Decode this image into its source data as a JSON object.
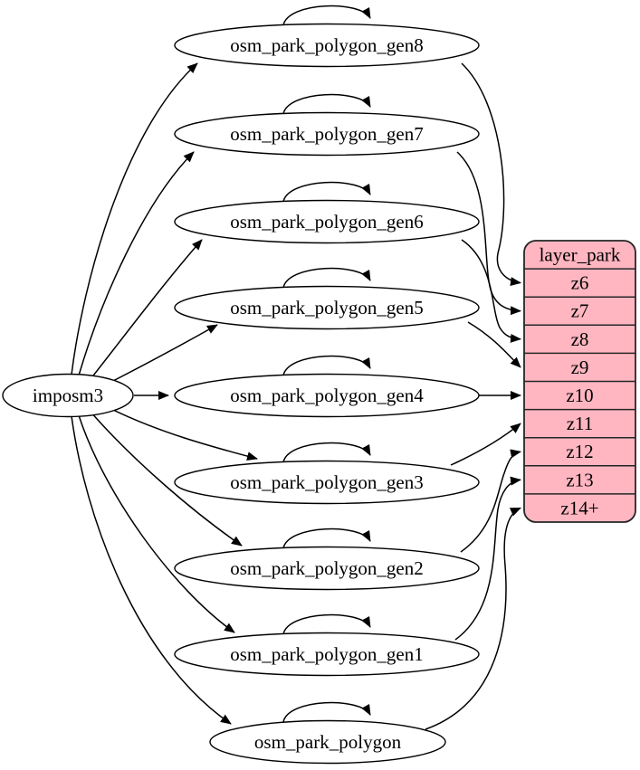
{
  "nodes": {
    "source": {
      "label": "imposm3"
    },
    "tables": [
      {
        "label": "osm_park_polygon_gen8",
        "self_loop": true,
        "feeds_row": "z6"
      },
      {
        "label": "osm_park_polygon_gen7",
        "self_loop": true,
        "feeds_row": "z7"
      },
      {
        "label": "osm_park_polygon_gen6",
        "self_loop": true,
        "feeds_row": "z8"
      },
      {
        "label": "osm_park_polygon_gen5",
        "self_loop": true,
        "feeds_row": "z9"
      },
      {
        "label": "osm_park_polygon_gen4",
        "self_loop": true,
        "feeds_row": "z10"
      },
      {
        "label": "osm_park_polygon_gen3",
        "self_loop": true,
        "feeds_row": "z11"
      },
      {
        "label": "osm_park_polygon_gen2",
        "self_loop": true,
        "feeds_row": "z12"
      },
      {
        "label": "osm_park_polygon_gen1",
        "self_loop": true,
        "feeds_row": "z13"
      },
      {
        "label": "osm_park_polygon",
        "self_loop": true,
        "feeds_row": "z14+"
      }
    ]
  },
  "layer_table": {
    "header": "layer_park",
    "rows": [
      "z6",
      "z7",
      "z8",
      "z9",
      "z10",
      "z11",
      "z12",
      "z13",
      "z14+"
    ]
  },
  "edges": [
    {
      "from": "imposm3",
      "to": "osm_park_polygon_gen8"
    },
    {
      "from": "imposm3",
      "to": "osm_park_polygon_gen7"
    },
    {
      "from": "imposm3",
      "to": "osm_park_polygon_gen6"
    },
    {
      "from": "imposm3",
      "to": "osm_park_polygon_gen5"
    },
    {
      "from": "imposm3",
      "to": "osm_park_polygon_gen4"
    },
    {
      "from": "imposm3",
      "to": "osm_park_polygon_gen3"
    },
    {
      "from": "imposm3",
      "to": "osm_park_polygon_gen2"
    },
    {
      "from": "imposm3",
      "to": "osm_park_polygon_gen1"
    },
    {
      "from": "imposm3",
      "to": "osm_park_polygon"
    },
    {
      "from": "osm_park_polygon_gen8",
      "to": "osm_park_polygon_gen8"
    },
    {
      "from": "osm_park_polygon_gen7",
      "to": "osm_park_polygon_gen7"
    },
    {
      "from": "osm_park_polygon_gen6",
      "to": "osm_park_polygon_gen6"
    },
    {
      "from": "osm_park_polygon_gen5",
      "to": "osm_park_polygon_gen5"
    },
    {
      "from": "osm_park_polygon_gen4",
      "to": "osm_park_polygon_gen4"
    },
    {
      "from": "osm_park_polygon_gen3",
      "to": "osm_park_polygon_gen3"
    },
    {
      "from": "osm_park_polygon_gen2",
      "to": "osm_park_polygon_gen2"
    },
    {
      "from": "osm_park_polygon_gen1",
      "to": "osm_park_polygon_gen1"
    },
    {
      "from": "osm_park_polygon",
      "to": "osm_park_polygon"
    },
    {
      "from": "osm_park_polygon_gen8",
      "to": "layer_park.z6"
    },
    {
      "from": "osm_park_polygon_gen7",
      "to": "layer_park.z7"
    },
    {
      "from": "osm_park_polygon_gen6",
      "to": "layer_park.z8"
    },
    {
      "from": "osm_park_polygon_gen5",
      "to": "layer_park.z9"
    },
    {
      "from": "osm_park_polygon_gen4",
      "to": "layer_park.z10"
    },
    {
      "from": "osm_park_polygon_gen3",
      "to": "layer_park.z11"
    },
    {
      "from": "osm_park_polygon_gen2",
      "to": "layer_park.z12"
    },
    {
      "from": "osm_park_polygon_gen1",
      "to": "layer_park.z13"
    },
    {
      "from": "osm_park_polygon",
      "to": "layer_park.z14+"
    }
  ],
  "colors": {
    "table_fill": "#ffb6c1",
    "table_border": "#262626",
    "node_fill": "#ffffff",
    "node_border": "#000000",
    "edge": "#000000"
  }
}
